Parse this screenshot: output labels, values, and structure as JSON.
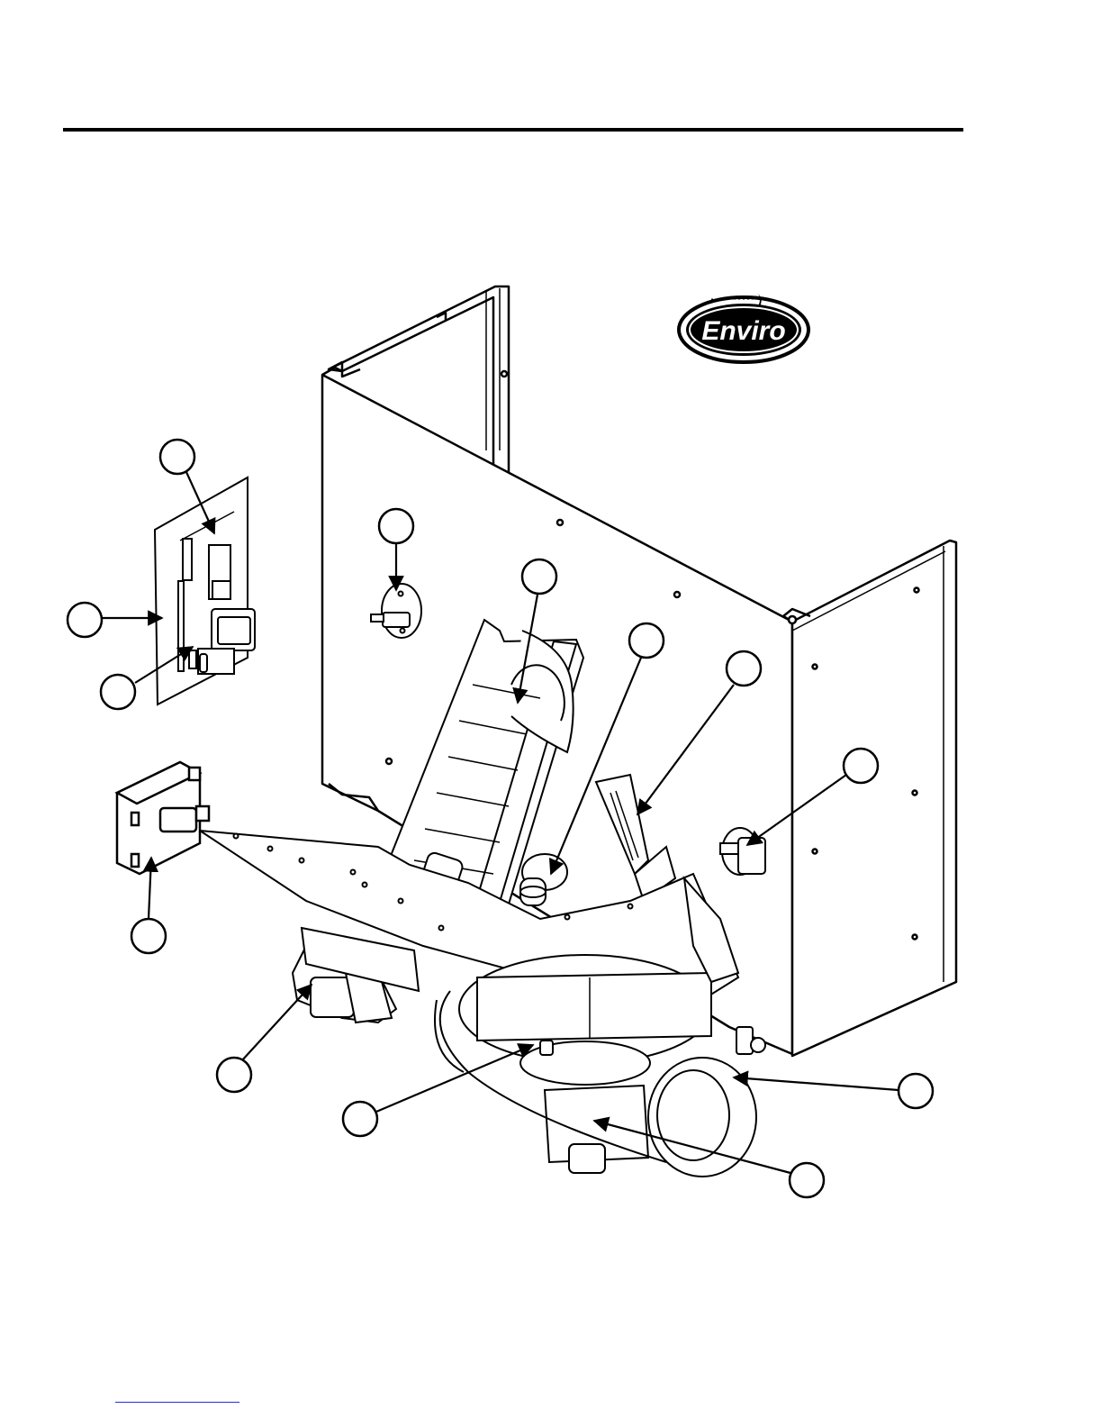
{
  "brand": {
    "logo_text": "Enviro",
    "accent_color": "#000000"
  },
  "callouts": [
    {
      "id": "callout-1",
      "label": ""
    },
    {
      "id": "callout-2",
      "label": ""
    },
    {
      "id": "callout-3",
      "label": ""
    },
    {
      "id": "callout-4",
      "label": ""
    },
    {
      "id": "callout-5",
      "label": ""
    },
    {
      "id": "callout-6",
      "label": ""
    },
    {
      "id": "callout-7",
      "label": ""
    },
    {
      "id": "callout-8",
      "label": ""
    },
    {
      "id": "callout-9",
      "label": ""
    },
    {
      "id": "callout-10",
      "label": ""
    },
    {
      "id": "callout-11",
      "label": ""
    },
    {
      "id": "callout-12",
      "label": ""
    },
    {
      "id": "callout-13",
      "label": ""
    },
    {
      "id": "callout-14",
      "label": ""
    }
  ],
  "colors": {
    "line": "#000000",
    "background": "#ffffff",
    "footer_link": "#2b2bd6"
  }
}
